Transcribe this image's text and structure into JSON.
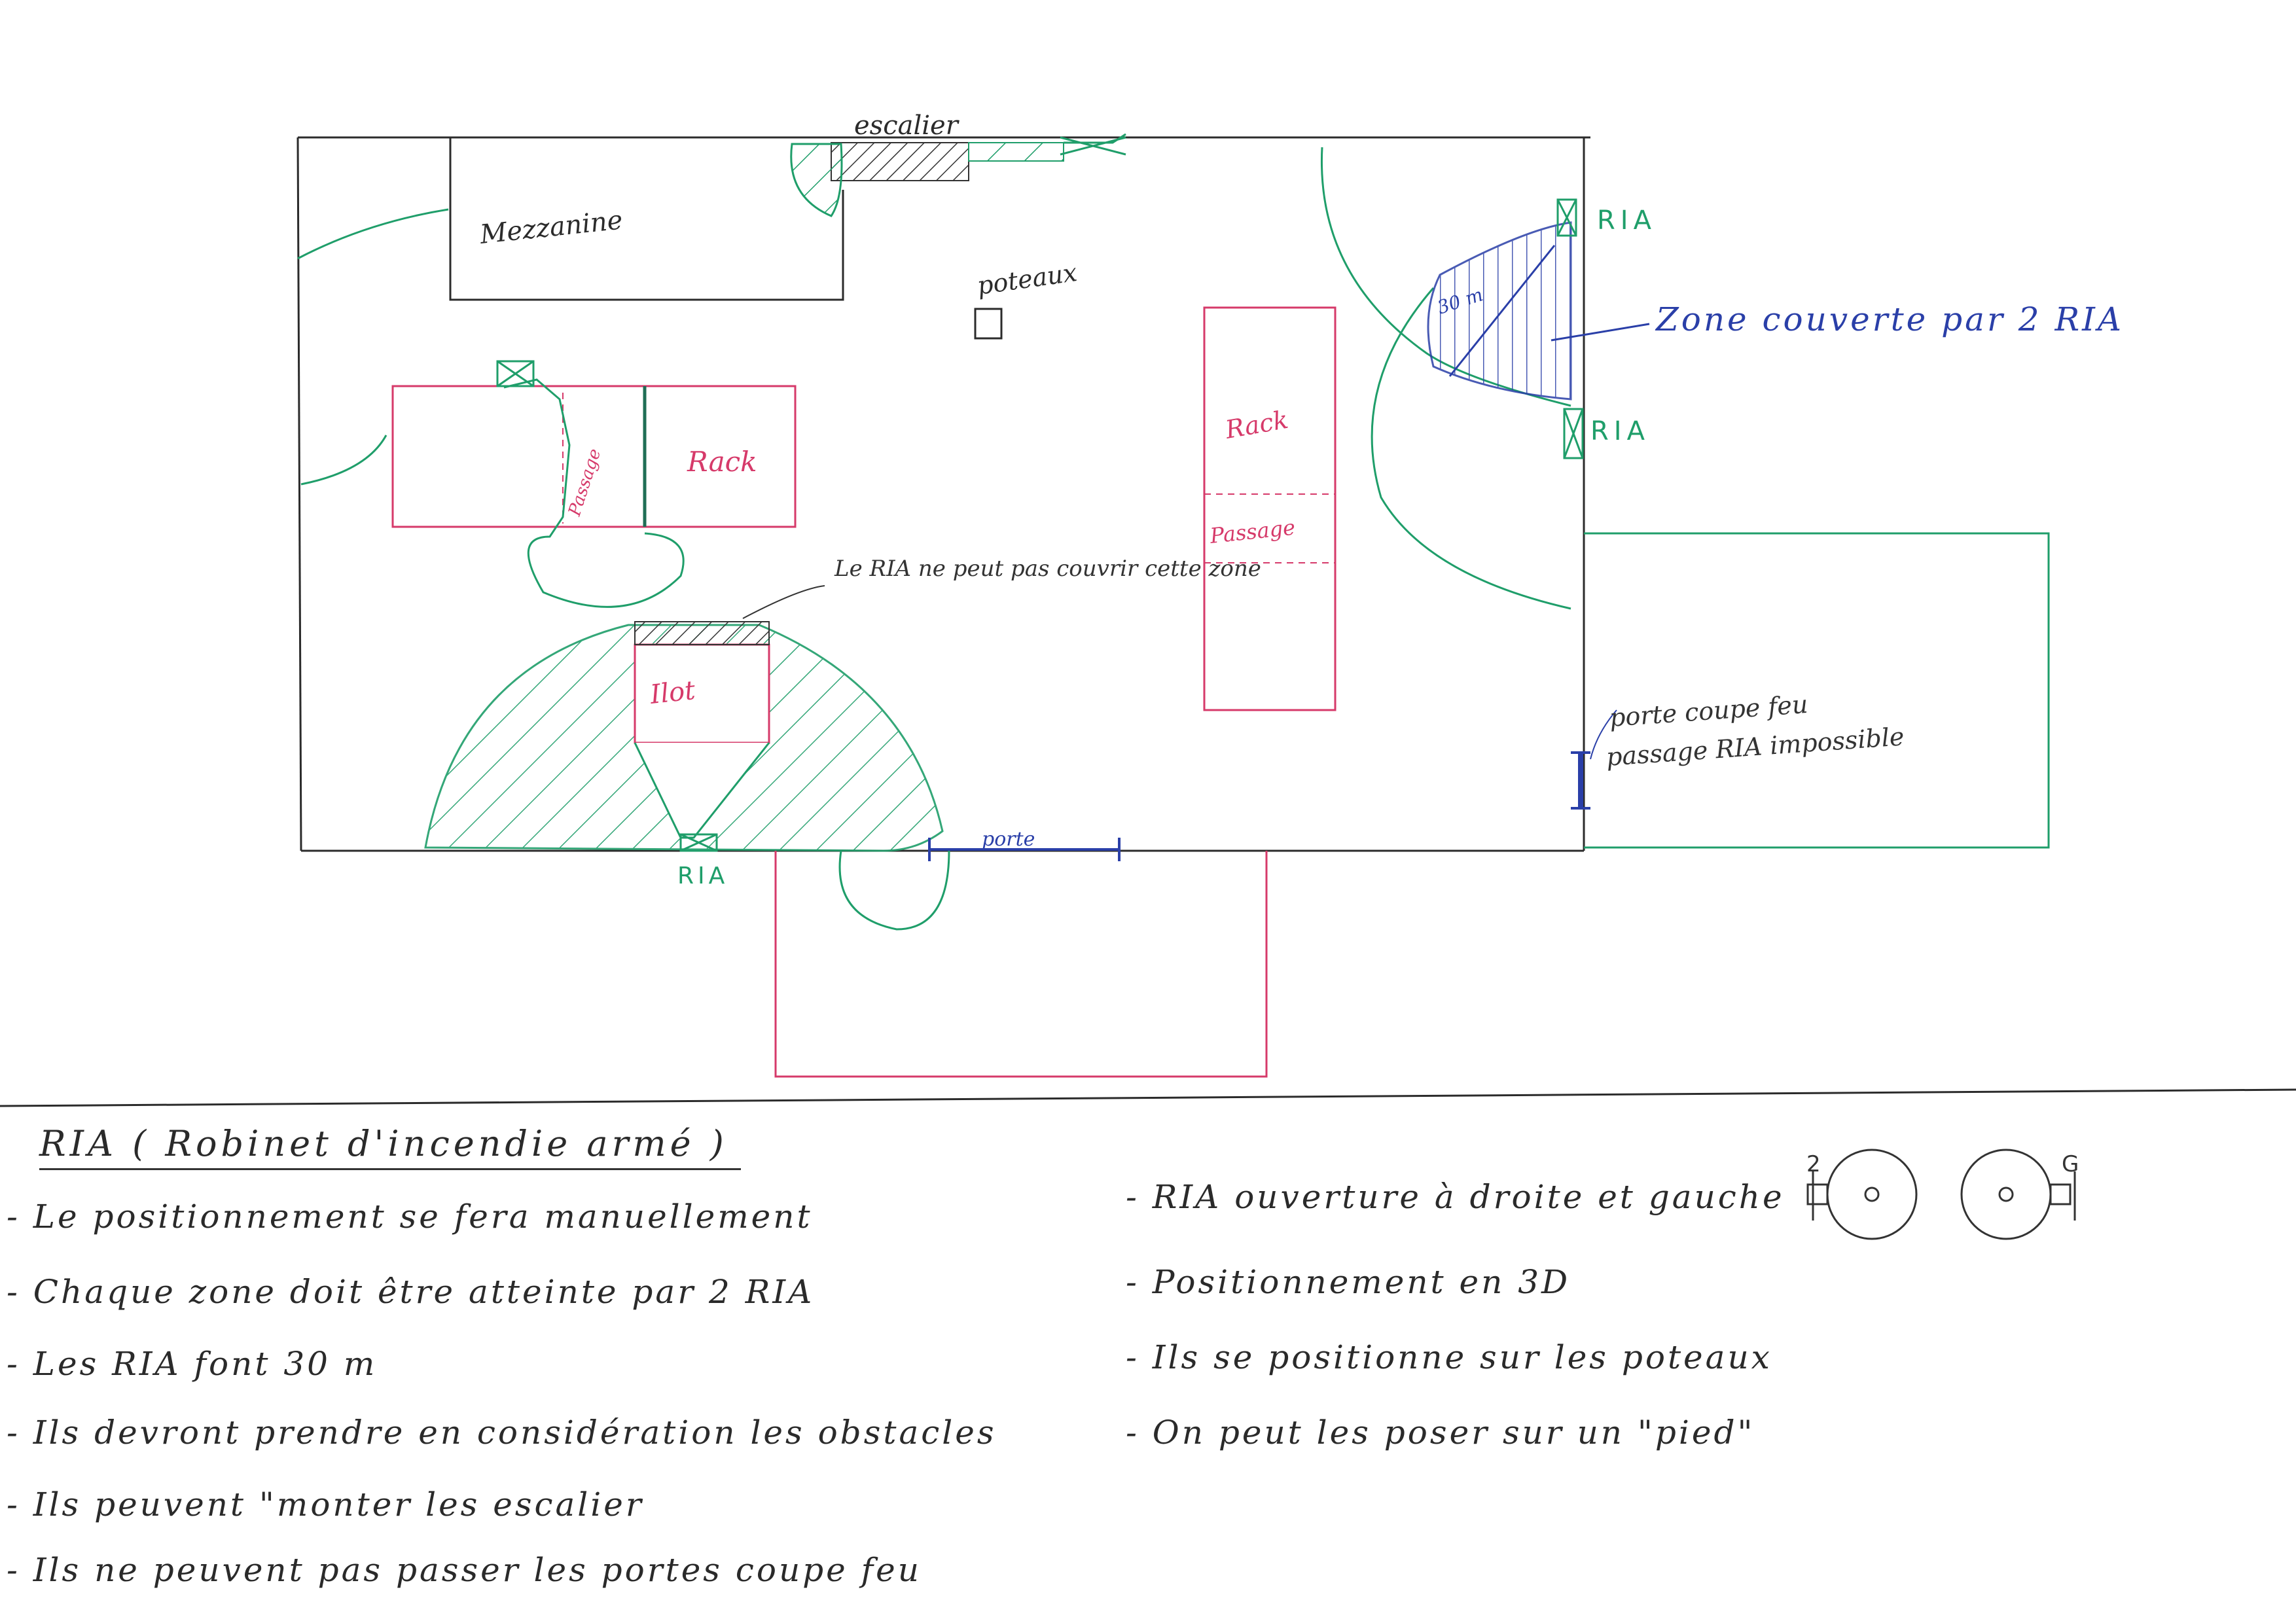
{
  "plan": {
    "stair_label": "escalier",
    "mezzanine_label": "Mezzanine",
    "pillar_label": "poteaux",
    "rack_left_label": "Rack",
    "rack_left_passage": "Passage",
    "rack_right_label": "Rack",
    "rack_right_passage": "Passage",
    "ilot_label": "Ilot",
    "ria_top_label": "RIA",
    "ria_mid_label": "RIA",
    "ria_bottom_label": "RIA",
    "door_label": "porte",
    "distance_label": "30 m",
    "zone_note": "Zone couverte par 2 RIA",
    "ilot_note": "Le RIA ne peut pas couvrir cette zone",
    "fire_door_note_1": "porte coupe feu",
    "fire_door_note_2": "passage RIA impossible",
    "colors": {
      "walls": "#2b2b2b",
      "racks": "#d63a6a",
      "coverage": "#1f9e6a",
      "annotation": "#2a3fa8"
    }
  },
  "notes": {
    "title": "RIA ( Robinet d'incendie armé )",
    "left": [
      "- Le positionnement se fera manuellement",
      "- Chaque zone doit être atteinte par 2 RIA",
      "- Les RIA font 30 m",
      "- Ils devront prendre en considération les obstacles",
      "- Ils peuvent \"monter les escalier",
      "- Ils ne peuvent pas passer les portes coupe feu"
    ],
    "right": [
      "- RIA ouverture à droite et gauche",
      "- Positionnement en 3D",
      "- Ils se positionne sur les poteaux",
      "- On peut les poser sur un \"pied\""
    ],
    "icon_left_label": "2",
    "icon_right_label": "G"
  }
}
